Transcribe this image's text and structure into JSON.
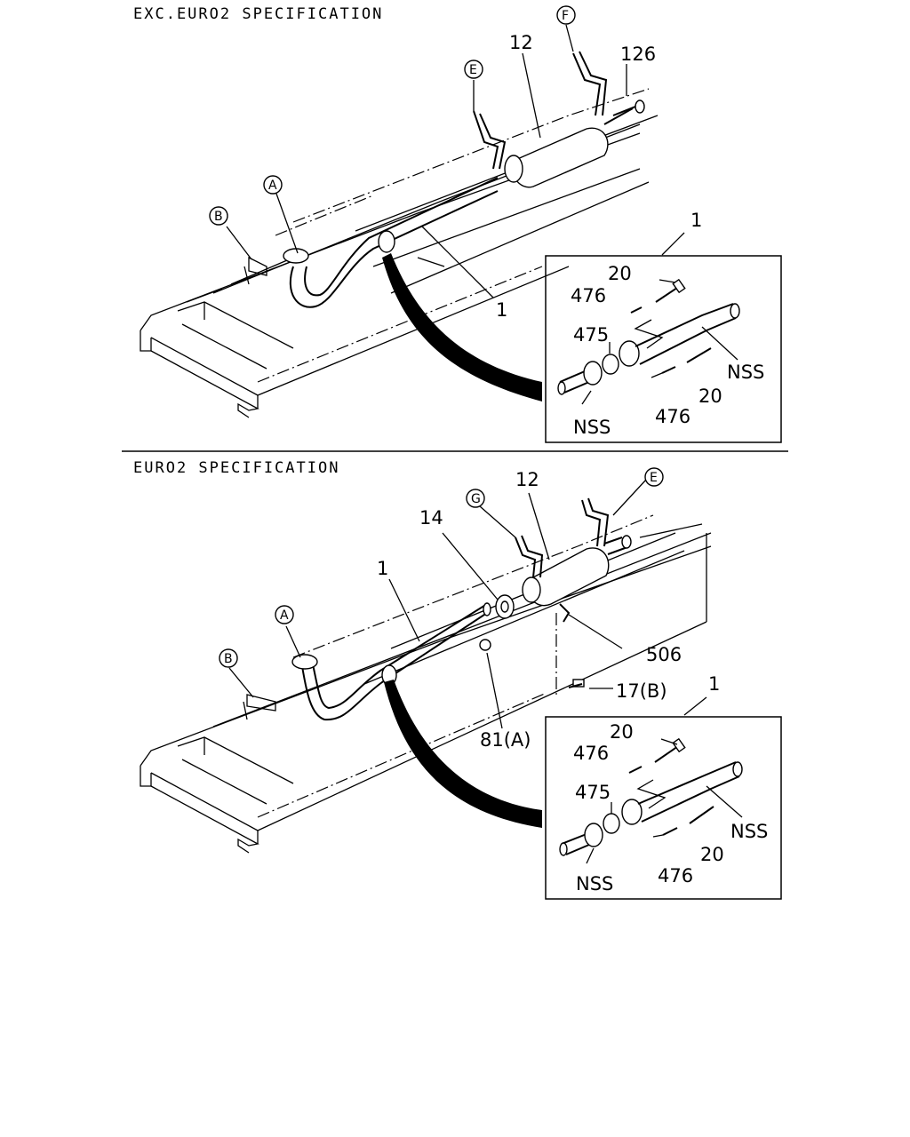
{
  "top_section": {
    "title": "EXC.EURO2 SPECIFICATION",
    "callouts": {
      "c12": "12",
      "c126": "126",
      "c1": "1",
      "c1b": "1",
      "circle_e": "E",
      "circle_f": "F",
      "circle_a": "A",
      "circle_b": "B"
    },
    "detail": {
      "c20a": "20",
      "c476a": "476",
      "c475": "475",
      "nss_right": "NSS",
      "nss_left": "NSS",
      "c476b": "476",
      "c20b": "20"
    }
  },
  "bottom_section": {
    "title": "EURO2 SPECIFICATION",
    "callouts": {
      "c12": "12",
      "c14": "14",
      "c1": "1",
      "c506": "506",
      "c17b": "17(B)",
      "c81a": "81(A)",
      "c1b": "1",
      "circle_g": "G",
      "circle_e": "E",
      "circle_a": "A",
      "circle_b": "B"
    },
    "detail": {
      "c20a": "20",
      "c476a": "476",
      "c475": "475",
      "nss_right": "NSS",
      "nss_left": "NSS",
      "c476b": "476",
      "c20b": "20"
    }
  }
}
